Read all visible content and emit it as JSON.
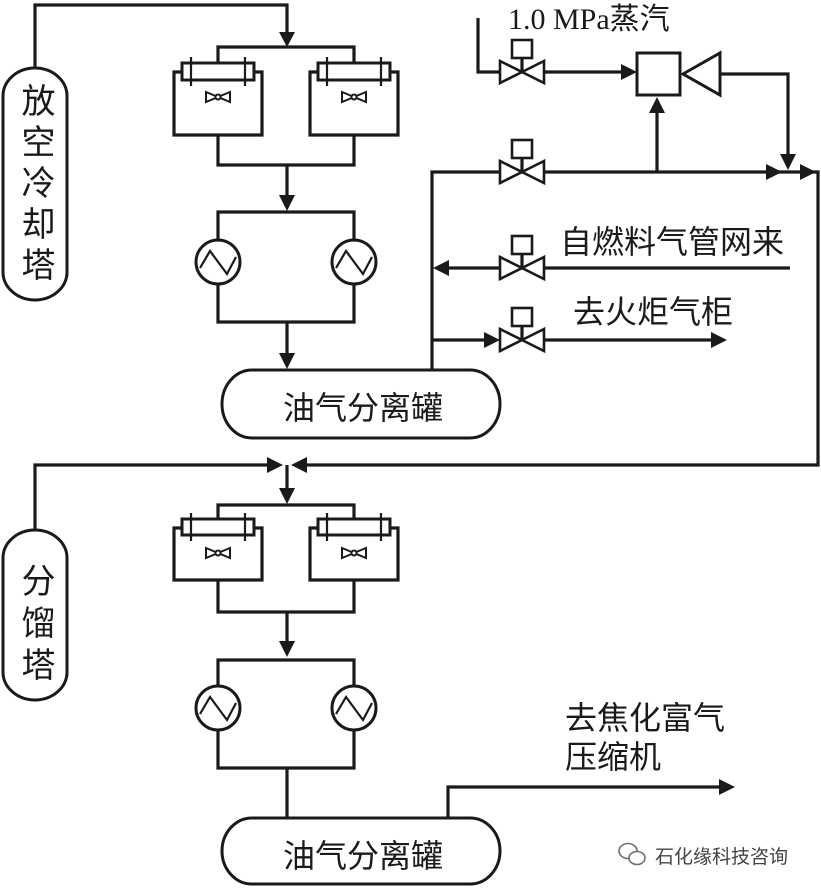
{
  "diagram": {
    "vent_cooling_tower": {
      "label": "放空冷却塔"
    },
    "fractionator": {
      "label": "分馏塔"
    },
    "upper_separator": {
      "label": "油气分离罐"
    },
    "lower_separator": {
      "label": "油气分离罐"
    },
    "steam_inlet": {
      "label": "1.0 MPa蒸汽"
    },
    "fuel_gas_inlet": {
      "label": "自燃料气管网来"
    },
    "to_flare": {
      "label": "去火炬气柜"
    },
    "to_compressor": {
      "label_line1": "去焦化富气",
      "label_line2": "压缩机"
    }
  },
  "watermark": {
    "icon": "wechat-icon",
    "text": "石化缘科技咨询"
  },
  "colors": {
    "line": "#1a1a1a",
    "background": "#ffffff",
    "watermark_text": "#444444",
    "watermark_icon": "#6e6e6e"
  }
}
